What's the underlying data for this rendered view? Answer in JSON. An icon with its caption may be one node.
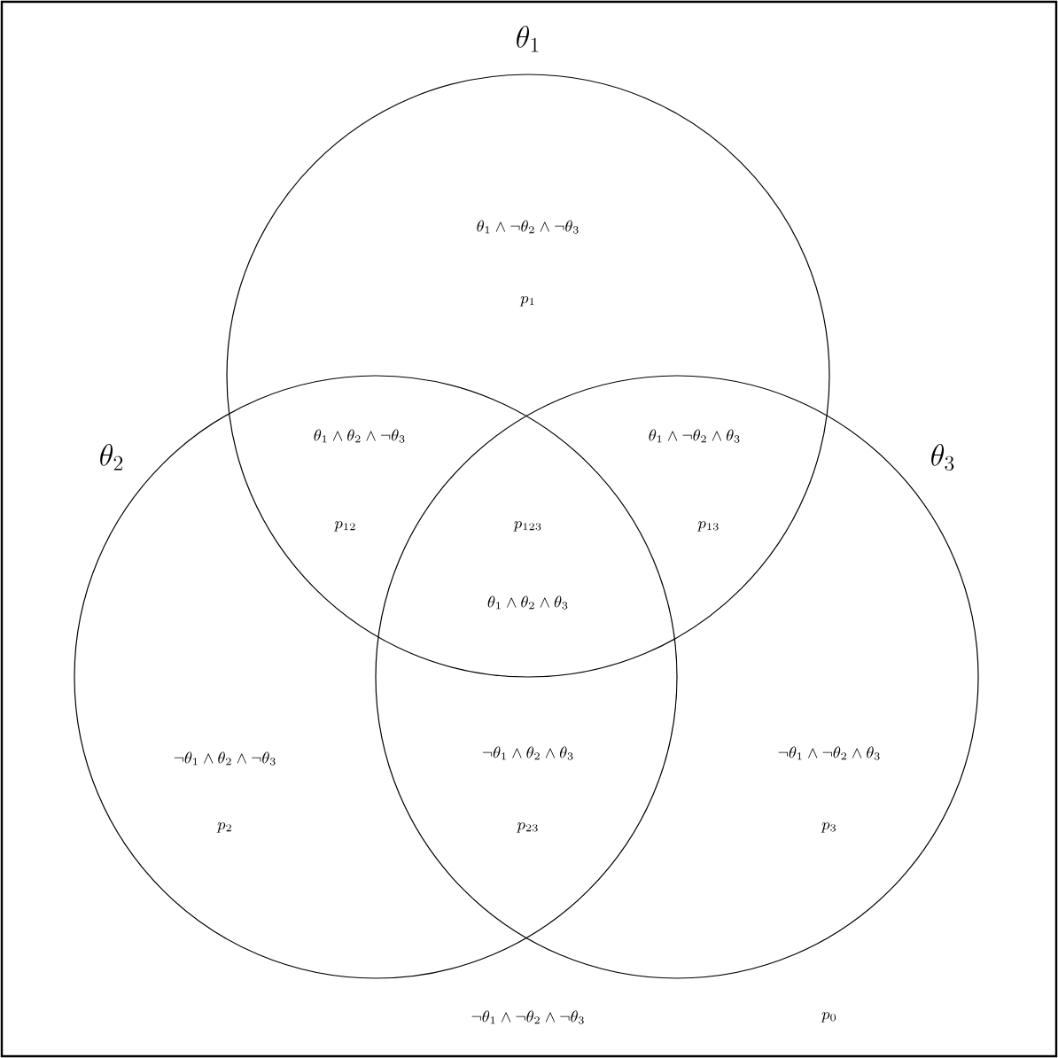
{
  "diagram": {
    "nodes": [
      {
        "text": [
          "\\theta_1"
        ]
      },
      {
        "text": [
          "\\theta_2"
        ]
      },
      {
        "text": [
          "\\theta_3"
        ]
      }
    ],
    "labels": [
      "\\theta_1 \\wedge \\neg\\theta_2 \\wedge \\neg\\theta_3",
      "p_1",
      "\\theta_1 \\wedge \\theta_2 \\wedge \\neg\\theta_3",
      "\\theta_1 \\wedge \\neg\\theta_2 \\wedge \\theta_3",
      "p_{12}",
      "p_{123}",
      "p_{13}",
      "\\theta_1 \\wedge \\theta_2 \\wedge \\theta_3",
      "\\neg\\theta_1 \\wedge \\theta_2 \\wedge \\neg\\theta_3",
      "\\neg\\theta_1 \\wedge \\theta_2 \\wedge \\theta_3",
      "\\neg\\theta_1 \\wedge \\neg\\theta_2 \\wedge \\theta_3",
      "p_2",
      "p_{23}",
      "p_3",
      "\\neg\\theta_1 \\wedge \\neg\\theta_2 \\wedge \\neg\\theta_3",
      "p_0"
    ]
  }
}
